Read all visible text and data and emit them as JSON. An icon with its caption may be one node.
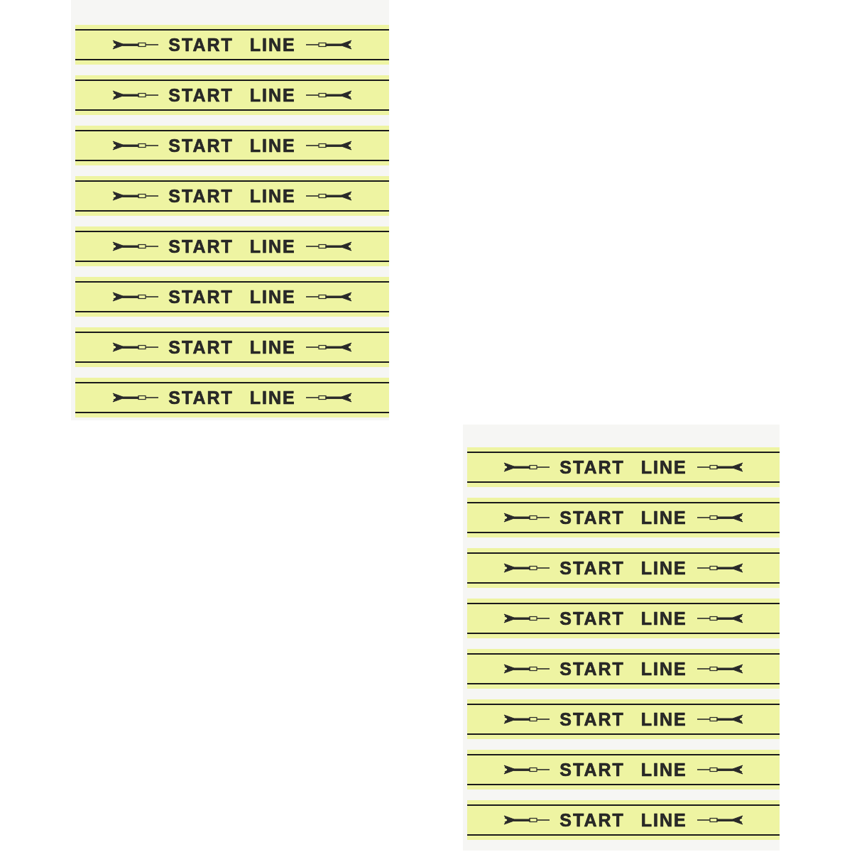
{
  "diagram": {
    "nodes": [
      {
        "text": [],
        "shape": "box"
      },
      {
        "text": [
          "START LINE"
        ],
        "in": 0
      },
      {
        "text": [
          "START LINE"
        ],
        "in": 0
      },
      {
        "text": [
          "START LINE"
        ],
        "in": 0
      },
      {
        "text": [
          "START LINE"
        ],
        "in": 0
      },
      {
        "text": [
          "START LINE"
        ],
        "in": 0
      },
      {
        "text": [
          "START LINE"
        ],
        "in": 0
      },
      {
        "text": [
          "START LINE"
        ],
        "in": 0
      },
      {
        "text": [
          "START LINE"
        ],
        "in": 0
      },
      {
        "text": [],
        "shape": "box"
      },
      {
        "text": [
          "START LINE"
        ],
        "in": 9
      },
      {
        "text": [
          "START LINE"
        ],
        "in": 9
      },
      {
        "text": [
          "START LINE"
        ],
        "in": 9
      },
      {
        "text": [
          "START LINE"
        ],
        "in": 9
      },
      {
        "text": [
          "START LINE"
        ],
        "in": 9
      },
      {
        "text": [
          "START LINE"
        ],
        "in": 9
      },
      {
        "text": [
          "START LINE"
        ],
        "in": 9
      },
      {
        "text": [
          "START LINE"
        ],
        "in": 9
      }
    ]
  }
}
